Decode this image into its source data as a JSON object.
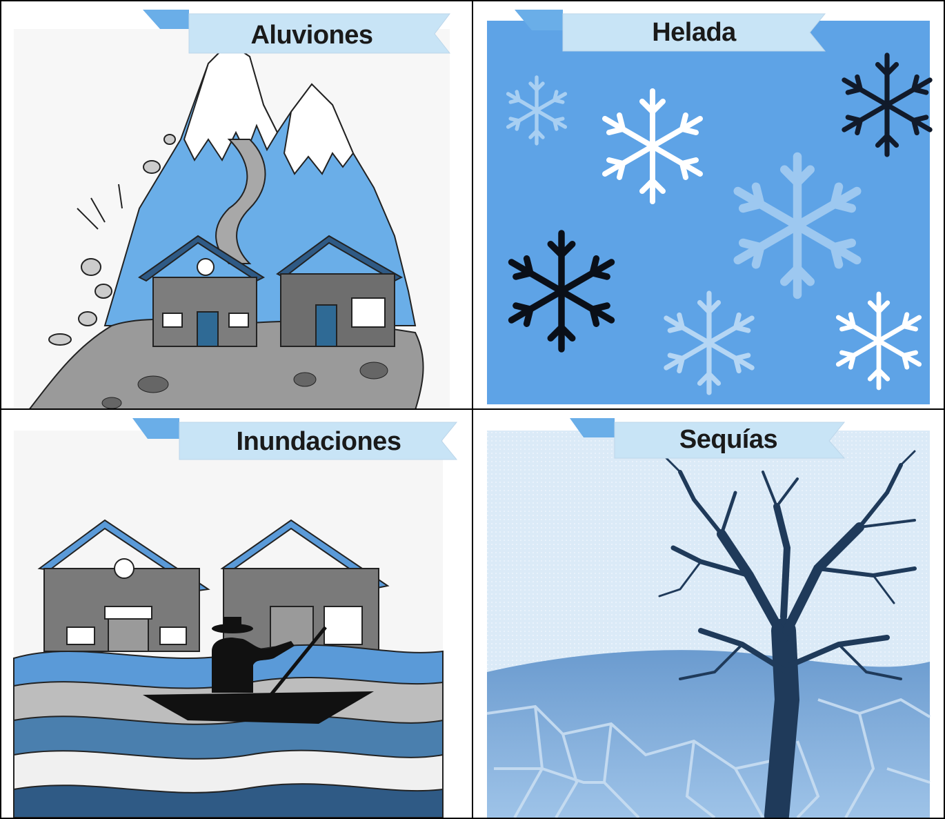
{
  "panels": [
    {
      "title": "Aluviones"
    },
    {
      "title": "Helada"
    },
    {
      "title": "Inundaciones"
    },
    {
      "title": "Sequías"
    }
  ],
  "colors": {
    "light_blue": "#6aaee8",
    "banner_blue": "#c8e4f6",
    "frost_blue": "#5ea3e6",
    "dark_blue": "#2f5a85",
    "gray": "#7d7d7d"
  }
}
